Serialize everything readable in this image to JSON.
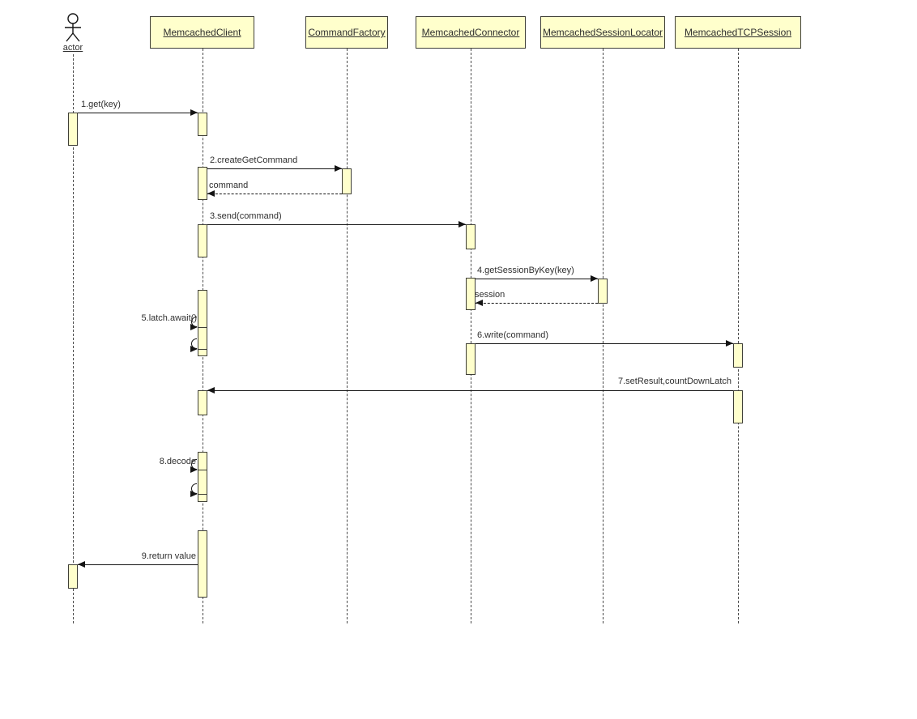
{
  "diagram": {
    "kind": "UML sequence diagram",
    "colors": {
      "background": "#ffffff",
      "participant_fill": "#ffffcc",
      "participant_border": "#3f3f37",
      "message_line": "#141414",
      "lifeline": "#4a4a4a",
      "text": "#2f2f2f"
    },
    "participants": [
      {
        "label": "actor",
        "type": "actor"
      },
      {
        "label": "MemcachedClient",
        "type": "object"
      },
      {
        "label": "CommandFactory",
        "type": "object"
      },
      {
        "label": "MemcachedConnector",
        "type": "object"
      },
      {
        "label": "MemcachedSessionLocator",
        "type": "object"
      },
      {
        "label": "MemcachedTCPSession",
        "type": "object"
      }
    ],
    "messages": [
      {
        "label": "1.get(key)",
        "from": "actor",
        "to": "MemcachedClient",
        "type": "call"
      },
      {
        "label": "2.createGetCommand",
        "from": "MemcachedClient",
        "to": "CommandFactory",
        "type": "call"
      },
      {
        "label": "command",
        "from": "CommandFactory",
        "to": "MemcachedClient",
        "type": "return"
      },
      {
        "label": "3.send(command)",
        "from": "MemcachedClient",
        "to": "MemcachedConnector",
        "type": "call"
      },
      {
        "label": "4.getSessionByKey(key)",
        "from": "MemcachedConnector",
        "to": "MemcachedSessionLocator",
        "type": "call"
      },
      {
        "label": "session",
        "from": "MemcachedSessionLocator",
        "to": "MemcachedConnector",
        "type": "return"
      },
      {
        "label": "5.latch.await()",
        "from": "MemcachedClient",
        "to": "MemcachedClient",
        "type": "self-call"
      },
      {
        "label": "6.write(command)",
        "from": "MemcachedConnector",
        "to": "MemcachedTCPSession",
        "type": "call"
      },
      {
        "label": "7.setResult,countDownLatch",
        "from": "MemcachedTCPSession",
        "to": "MemcachedClient",
        "type": "call"
      },
      {
        "label": "8.decode",
        "from": "MemcachedClient",
        "to": "MemcachedClient",
        "type": "self-call"
      },
      {
        "label": "9.return value",
        "from": "MemcachedClient",
        "to": "actor",
        "type": "return-call"
      }
    ]
  }
}
